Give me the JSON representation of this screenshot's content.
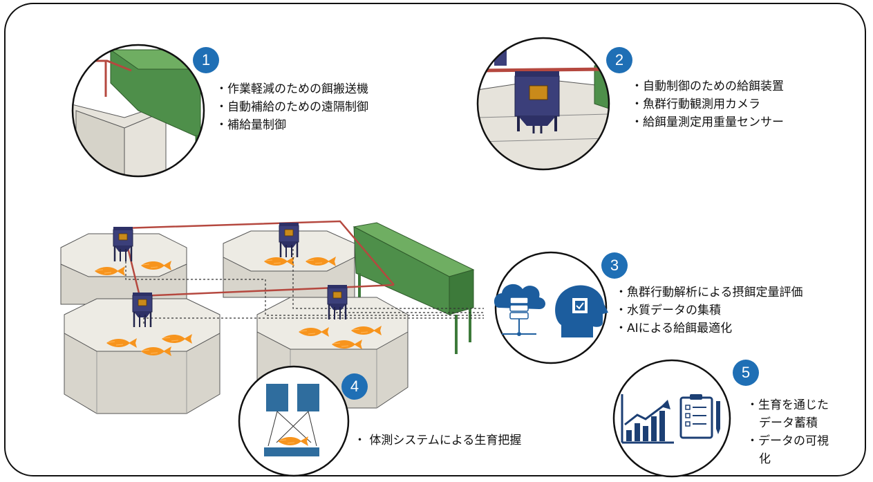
{
  "callouts": [
    {
      "number": "1",
      "lines": [
        "・作業軽減のための餌搬送機",
        "・自動補給のための遠隔制御",
        "・補給量制御"
      ]
    },
    {
      "number": "2",
      "lines": [
        "・自動制御のための給餌装置",
        "・魚群行動観測用カメラ",
        "・給餌量測定用重量センサー"
      ]
    },
    {
      "number": "3",
      "lines": [
        "・魚群行動解析による摂餌定量評価",
        "・水質データの集積",
        "・AIによる給餌最適化"
      ]
    },
    {
      "number": "4",
      "lines": [
        "・ 体測システムによる生育把握"
      ]
    },
    {
      "number": "5",
      "lines": [
        "・生育を通じた",
        "データ蓄積",
        "・データの可視",
        "化"
      ]
    }
  ],
  "icons": {
    "circle1": "feed-conveyor-closeup-icon",
    "circle2": "feeder-device-closeup-icon",
    "circle3": "cloud-server-and-ai-brain-icon",
    "circle4": "body-measurement-camera-icon",
    "circle5": "growth-chart-and-checklist-icon"
  },
  "colors": {
    "badge": "#1f6fb5",
    "fish": "#f7941d",
    "tank": "#e0ddd5",
    "feeder": "#3b3f7a",
    "silo": "#4e8f4a",
    "pipe": "#b5483f",
    "icon_blue": "#1c5d9e"
  }
}
